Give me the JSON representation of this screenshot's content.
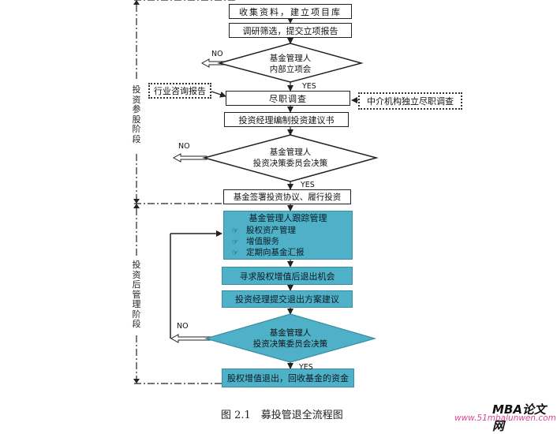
{
  "steps": {
    "s1": "收集资料，建立项目库",
    "s2": "调研筛选，提交立项报告",
    "d1_line1": "基金管理人",
    "d1_line2": "内部立项会",
    "industry_report": "行业咨询报告",
    "due_diligence": "尽职调查",
    "intermediary": "中介机构独立尽职调查",
    "proposal": "投资经理编制投资建议书",
    "d2_line1": "基金管理人",
    "d2_line2": "投资决策委员会决策",
    "sign": "基金签署投资协议、履行投资",
    "track_head": "基金管理人跟踪管理",
    "track_items": [
      "股权资产管理",
      "增值服务",
      "定期向基金汇报"
    ],
    "seek_exit": "寻求股权增值后退出机会",
    "exit_plan": "投资经理提交退出方案建议",
    "d3_line1": "基金管理人",
    "d3_line2": "投资决策委员会决策",
    "final": "股权增值退出，回收基金的资金"
  },
  "labels": {
    "no": "NO",
    "yes": "YES",
    "bullet_mark": "☞"
  },
  "stages": {
    "invest": "投资参股阶段",
    "post": "投资后管理阶段"
  },
  "caption": "图 2.1　募投管退全流程图",
  "watermark": {
    "brand": "MBA论文网",
    "url": "www.51mbalunwen.com"
  },
  "colors": {
    "process_blue": "#4fb1c8",
    "line": "#222222",
    "watermark_url": "#e0449a"
  }
}
